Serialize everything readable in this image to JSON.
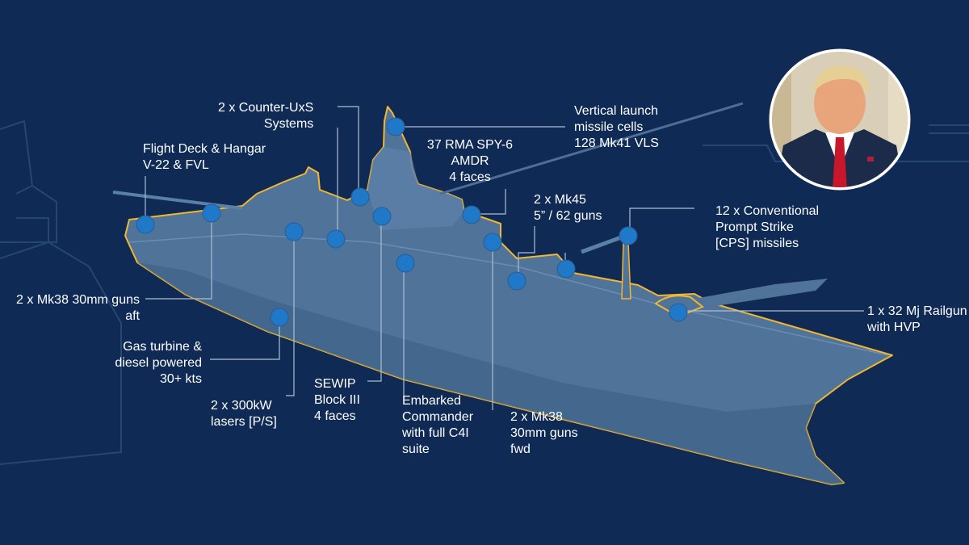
{
  "callouts": {
    "counter_uxs": [
      "2 x Counter-UxS",
      "Systems"
    ],
    "flight_deck": [
      "Flight Deck & Hangar",
      "V-22 & FVL"
    ],
    "spy6": [
      "37 RMA SPY-6",
      "AMDR",
      "4 faces"
    ],
    "vls": [
      "Vertical launch",
      "missile cells",
      "128 Mk41 VLS"
    ],
    "mk45": [
      "2 x Mk45",
      "5” / 62 guns"
    ],
    "cps": [
      "12 x Conventional",
      "Prompt Strike",
      "[CPS] missiles"
    ],
    "mk38_aft": [
      "2 x Mk38 30mm guns",
      "aft"
    ],
    "gas_turbine": [
      "Gas turbine &",
      "diesel powered",
      "30+ kts"
    ],
    "lasers": [
      "2 x 300kW",
      "lasers [P/S]"
    ],
    "sewip": [
      "SEWIP",
      "Block III",
      "4 faces"
    ],
    "commander": [
      "Embarked",
      "Commander",
      "with full C4I",
      "suite"
    ],
    "mk38_fwd": [
      "2 x Mk38",
      "30mm guns",
      "fwd"
    ],
    "railgun": [
      "1 x 32 Mj Railgun",
      "with HVP"
    ]
  },
  "colors": {
    "background": "#0e2a55",
    "hull": "#4f7399",
    "outline": "#f2b630",
    "marker": "#1f78c8",
    "leader": "#aebfd4",
    "text": "#ffffff"
  },
  "portrait_icon": "person-portrait-icon"
}
